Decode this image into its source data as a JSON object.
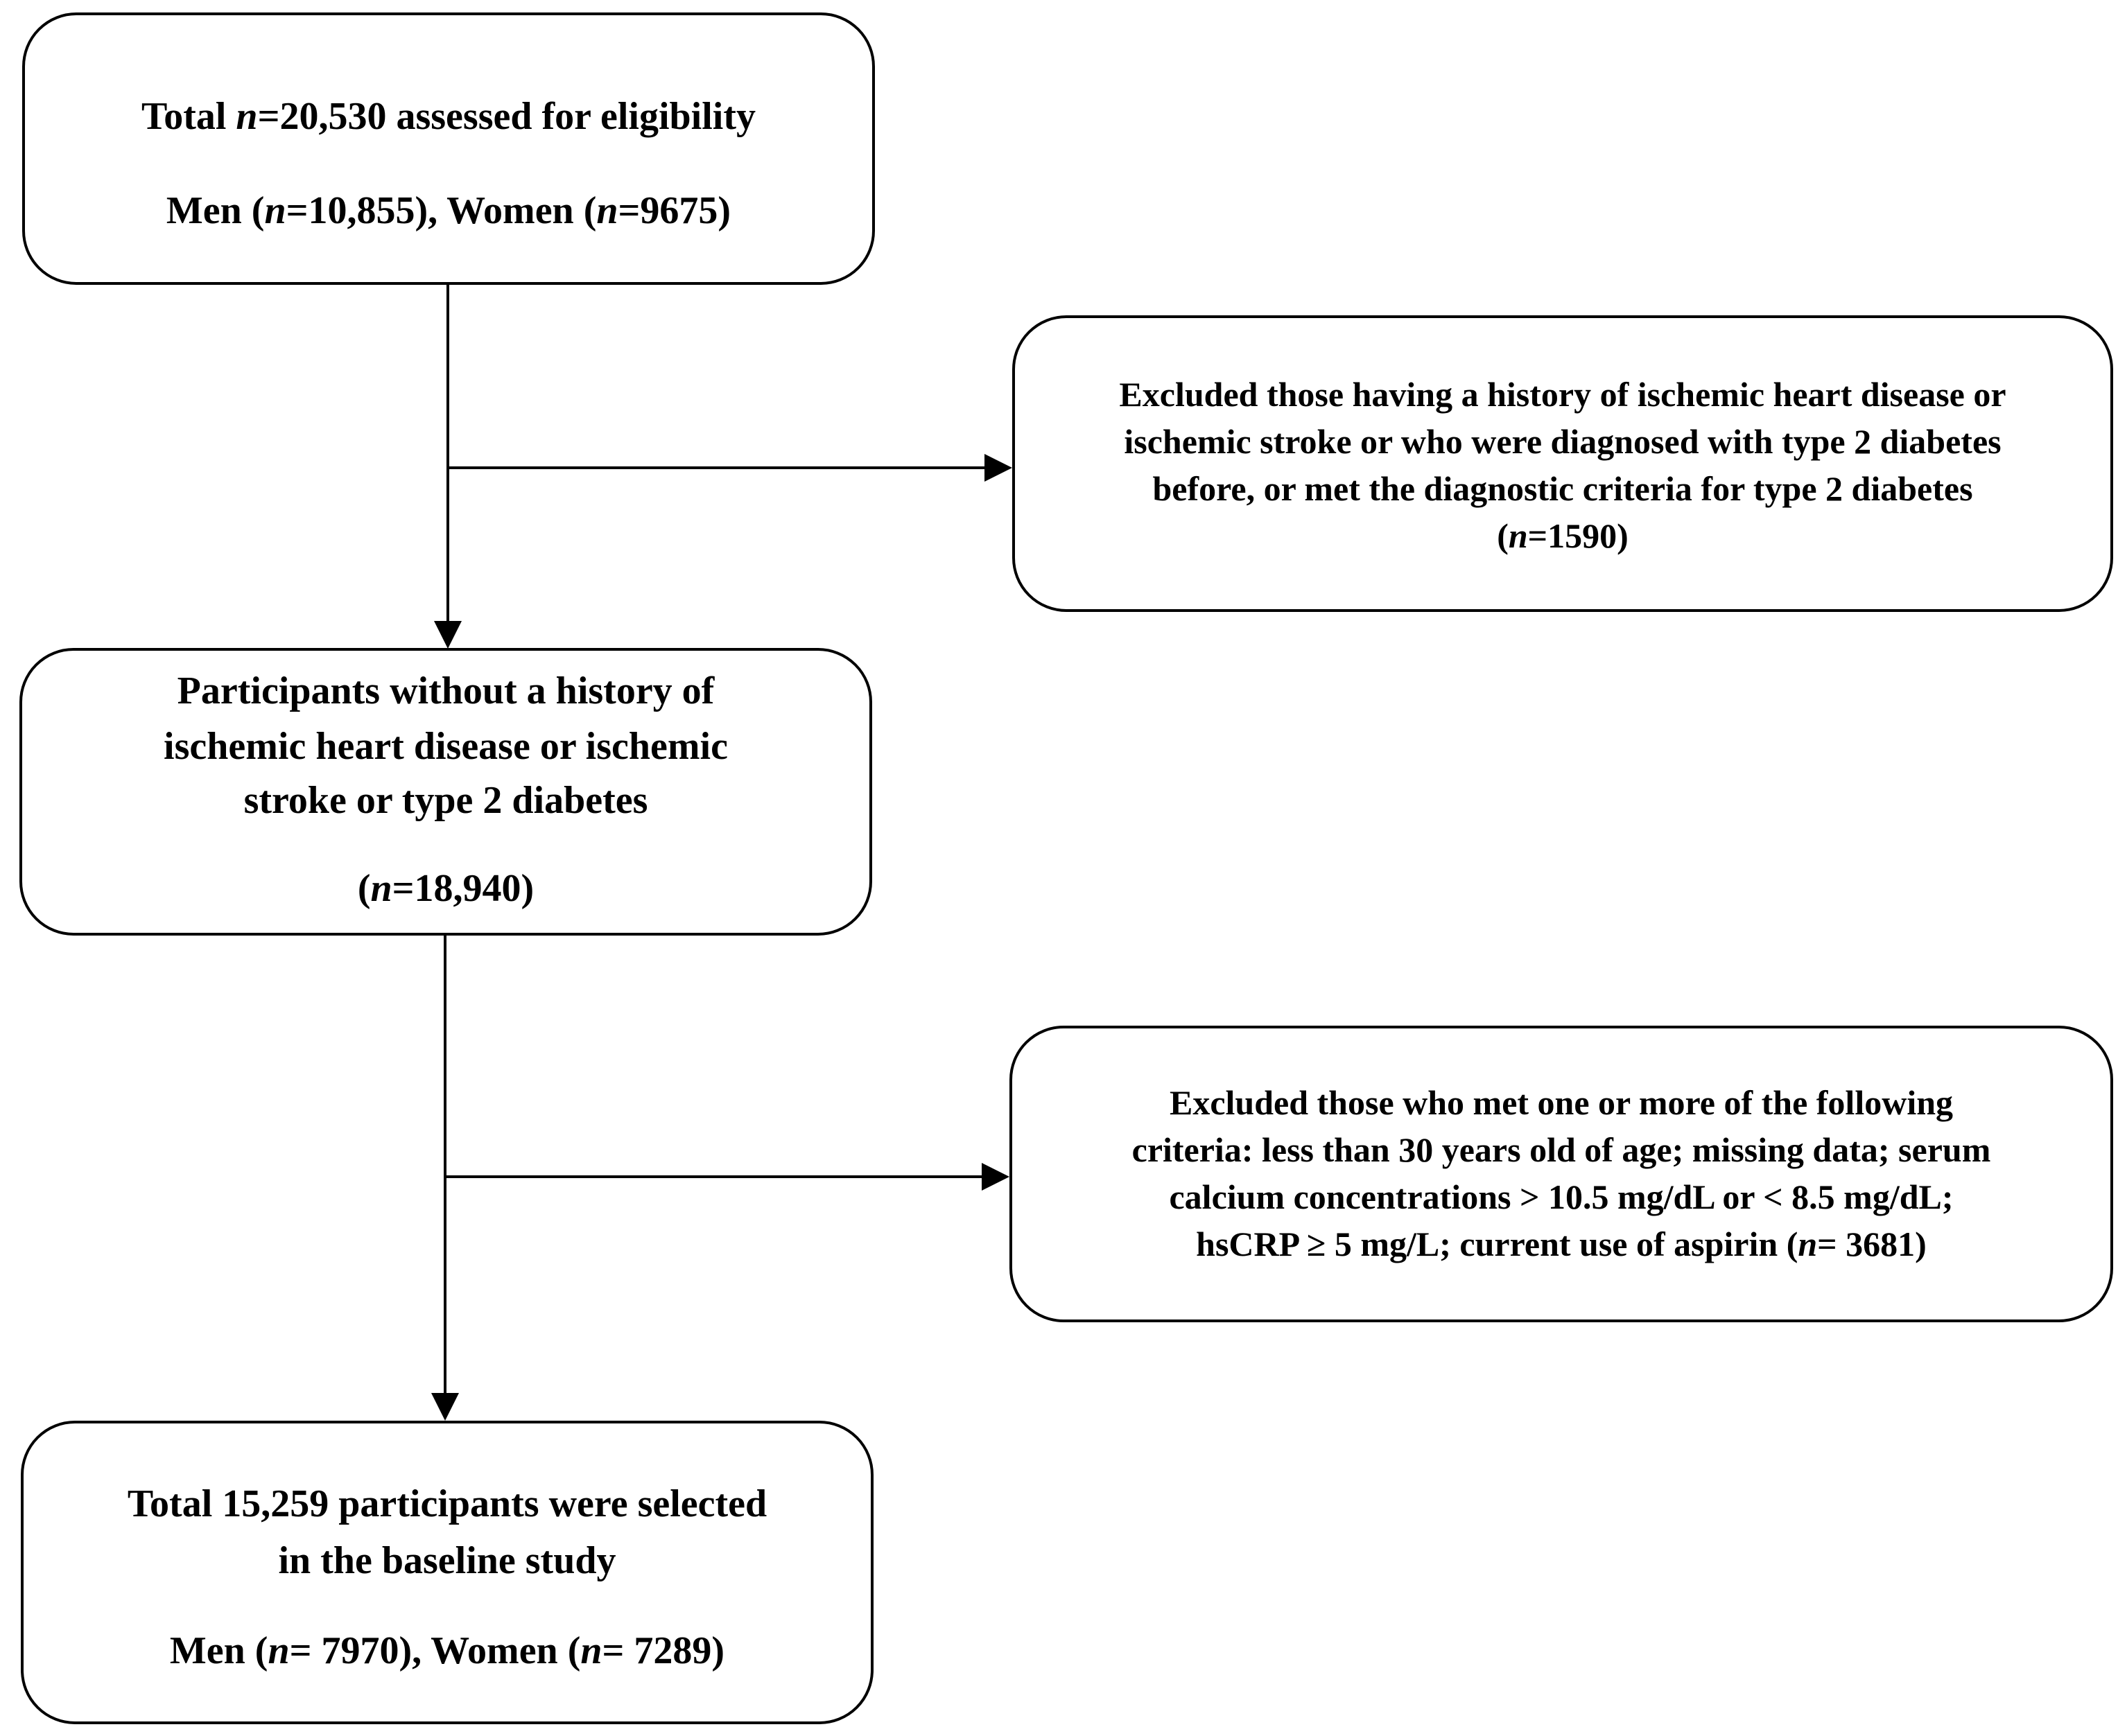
{
  "boxes": {
    "assessed": {
      "line1": {
        "pre": "Total ",
        "n": "n",
        "post": "=20,530 assessed for eligibility"
      },
      "line2": {
        "pre": "Men (",
        "n1": "n",
        "mid": "=10,855), Women  (",
        "n2": "n",
        "post": "=9675)"
      }
    },
    "excluded_history": {
      "line1": "Excluded  those having a history of ischemic heart disease or",
      "line2": "ischemic stroke or who were diagnosed with  type 2 diabetes",
      "line3": "before, or met the diagnostic criteria for type 2 diabetes",
      "line4": {
        "pre": "(",
        "n": "n",
        "post": "=1590)"
      }
    },
    "participants": {
      "line1": "Participants  without  a history  of",
      "line2": "ischemic  heart disease or ischemic",
      "line3": "stroke or type  2 diabetes",
      "line4": {
        "pre": "(",
        "n": "n",
        "post": "=18,940)"
      }
    },
    "excluded_criteria": {
      "line1": "Excluded  those who met one or more of the following",
      "line2": "criteria: less than 30 years old of age; missing data; serum",
      "line3": "calcium concentrations > 10.5 mg/dL or < 8.5 mg/dL;",
      "line4": {
        "pre": "hsCRP ≥ 5 mg/L; current use of aspirin (",
        "n": "n",
        "post": "= 3681)"
      }
    },
    "selected": {
      "line1": "Total  15,259 participants  were selected",
      "line2": "in the baseline study",
      "line3": {
        "pre": "Men (",
        "n1": "n",
        "mid": "= 7970), Women  (",
        "n2": "n",
        "post": "= 7289)"
      }
    }
  }
}
